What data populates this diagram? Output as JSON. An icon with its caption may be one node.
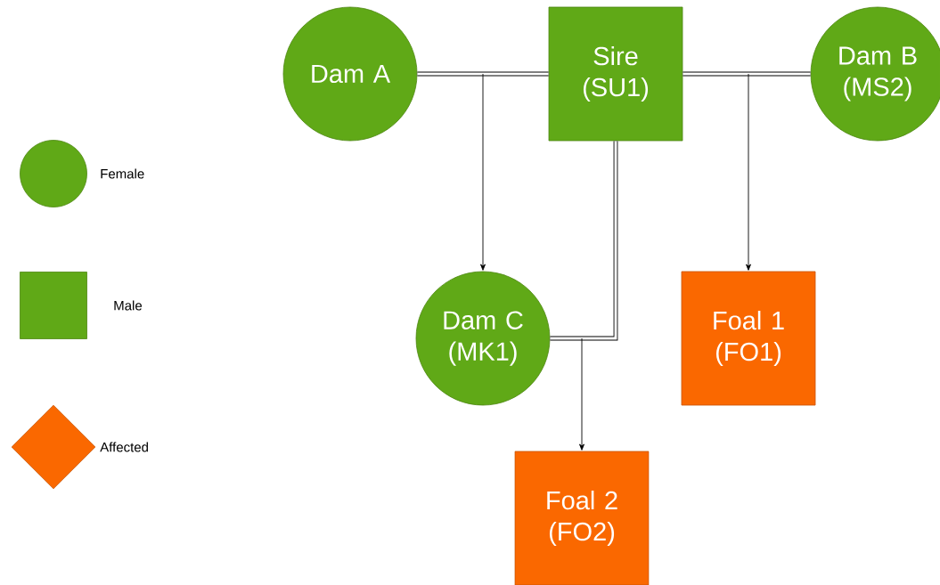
{
  "diagram": {
    "nodes": [
      {
        "text": [
          "Dam A"
        ]
      },
      {
        "text": [
          "Sire (SU1)"
        ]
      },
      {
        "text": [
          "Dam B (MS2)"
        ]
      },
      {
        "text": [
          "Dam C (MK1)"
        ]
      },
      {
        "text": [
          "Foal 1 (FO1)"
        ]
      },
      {
        "text": [
          "Foal 2 (FO2)"
        ]
      }
    ],
    "edges": [
      {
        "from": 0,
        "to": 1,
        "arrow": "none",
        "style": "thick"
      },
      {
        "from": 1,
        "to": 2,
        "arrow": "none",
        "style": "thick"
      },
      {
        "from": 1,
        "to": 3,
        "arrow": "none",
        "style": "thick"
      },
      {
        "from": null,
        "to": 3,
        "arrow": "to"
      },
      {
        "from": null,
        "to": 4,
        "arrow": "to"
      },
      {
        "from": null,
        "to": 5,
        "arrow": "to"
      }
    ],
    "legend": [
      {
        "text": "Female",
        "color": "#60a917"
      },
      {
        "text": "Male",
        "color": "#60a917"
      },
      {
        "text": "Affected",
        "color": "#fa6800"
      }
    ]
  }
}
